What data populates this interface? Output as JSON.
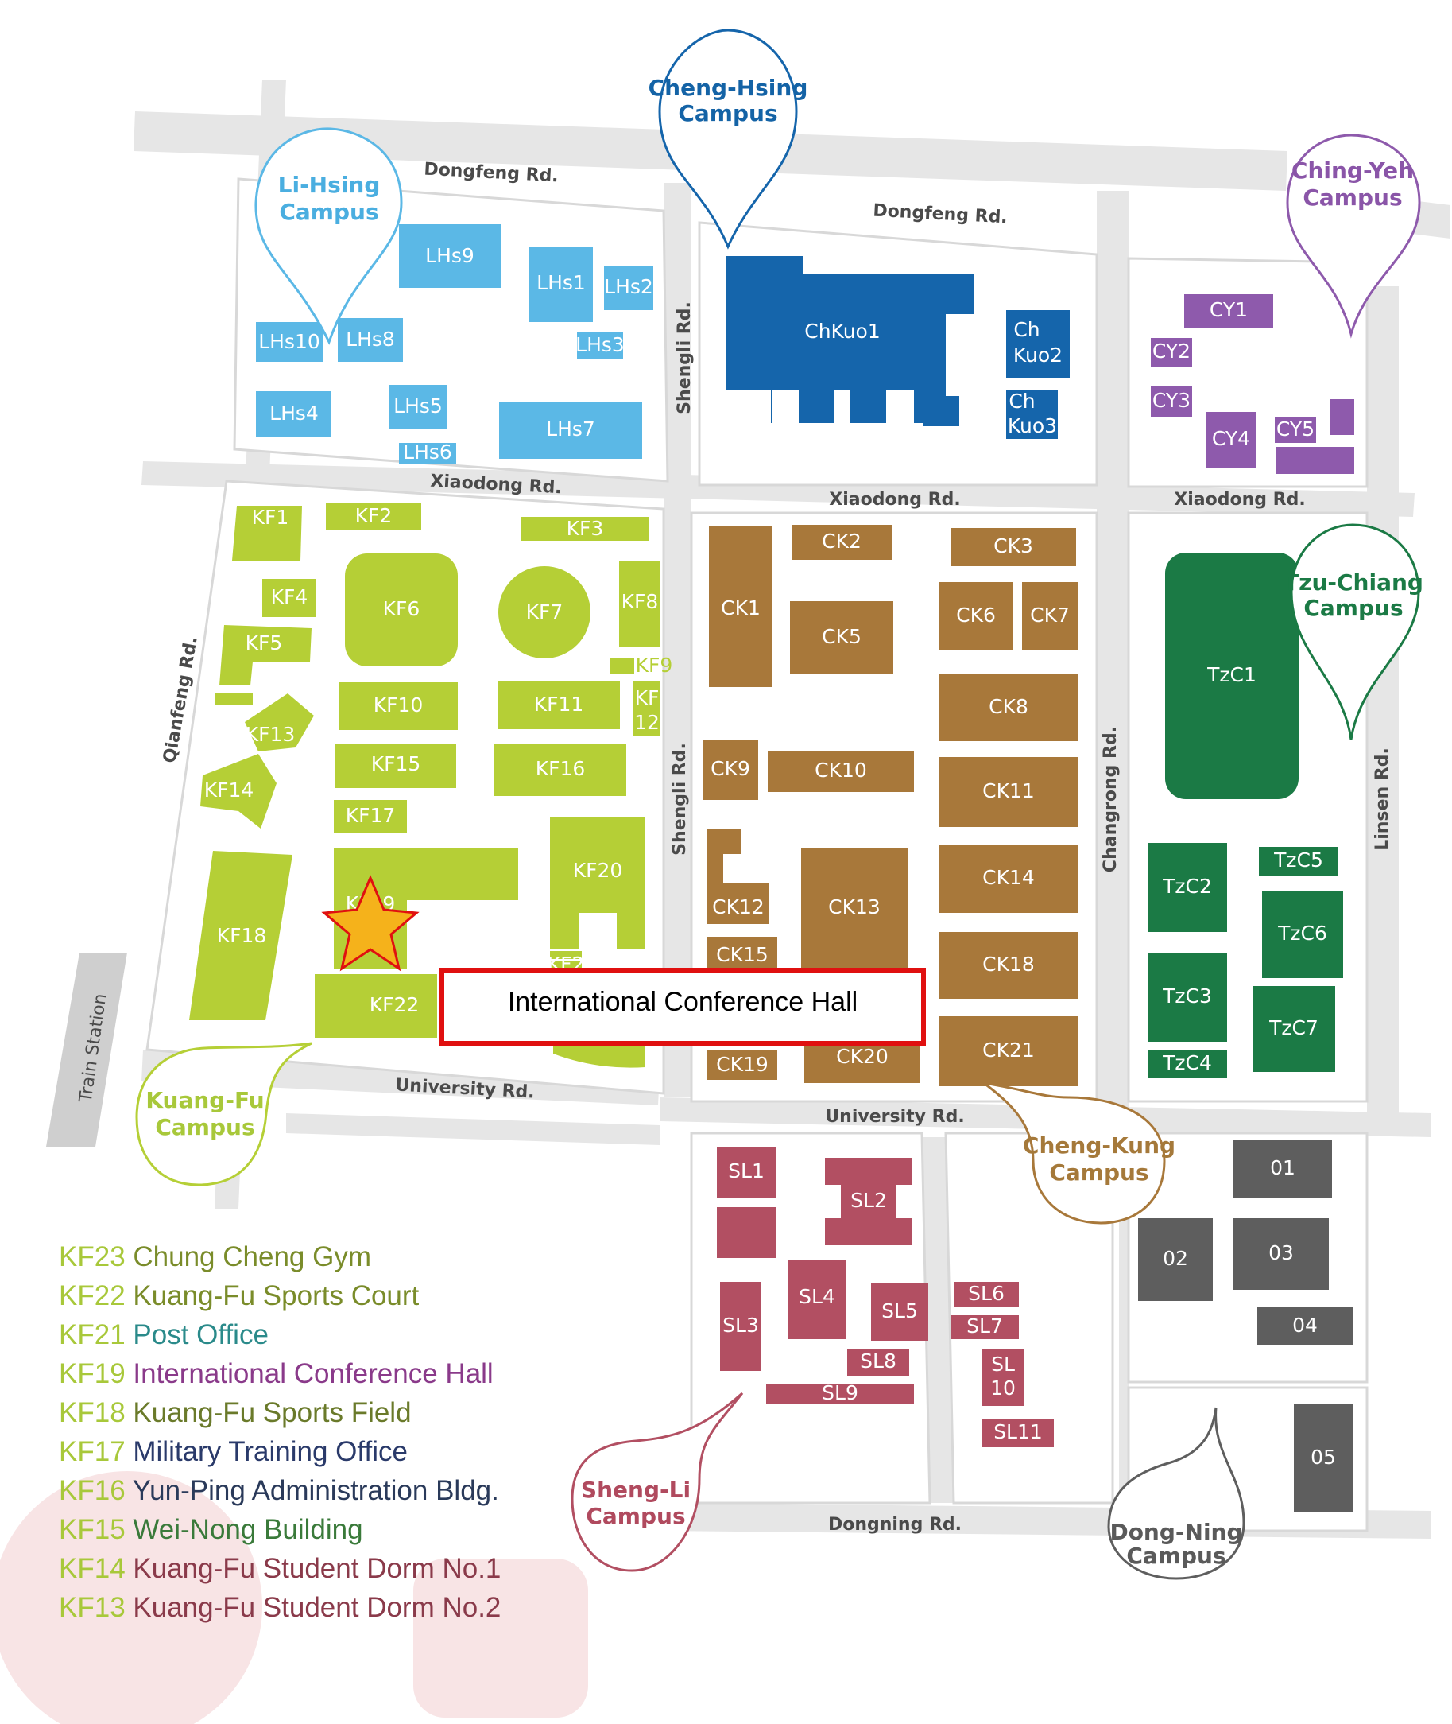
{
  "roads": {
    "dongfeng_w": "Dongfeng Rd.",
    "dongfeng_e": "Dongfeng Rd.",
    "shengli_n": "Shengli Rd.",
    "shengli_s": "Shengli Rd.",
    "xiaodong_w": "Xiaodong Rd.",
    "xiaodong_m": "Xiaodong Rd.",
    "xiaodong_e": "Xiaodong Rd.",
    "qianfeng": "Qianfeng Rd.",
    "changrong": "Changrong Rd.",
    "linsen": "Linsen Rd.",
    "university_w": "University  Rd.",
    "university_e": "University  Rd.",
    "dongning": "Dongning Rd.",
    "train_station": "Train Station"
  },
  "campuses": {
    "lihsing": {
      "line1": "Li-Hsing",
      "line2": "Campus",
      "color": "#4aaee0"
    },
    "chenghsing": {
      "line1": "Cheng-Hsing",
      "line2": "Campus",
      "color": "#1463a6"
    },
    "chingyeh": {
      "line1": "Ching-Yeh",
      "line2": "Campus",
      "color": "#8a55a8"
    },
    "tzuchiang": {
      "line1": "Tzu-Chiang",
      "line2": "Campus",
      "color": "#1b7a45"
    },
    "kuangfu": {
      "line1": "Kuang-Fu",
      "line2": "Campus",
      "color": "#a8c83a"
    },
    "chengkung": {
      "line1": "Cheng-Kung",
      "line2": "Campus",
      "color": "#a5793a"
    },
    "shengli": {
      "line1": "Sheng-Li",
      "line2": "Campus",
      "color": "#b04a5e"
    },
    "dongning": {
      "line1": "Dong-Ning",
      "line2": "Campus",
      "color": "#5a5a5a"
    }
  },
  "buildings": {
    "LHs9": "LHs9",
    "LHs1": "LHs1",
    "LHs2": "LHs2",
    "LHs3": "LHs3",
    "LHs10": "LHs10",
    "LHs8": "LHs8",
    "LHs4": "LHs4",
    "LHs5": "LHs5",
    "LHs6": "LHs6",
    "LHs7": "LHs7",
    "ChKuo1": "ChKuo1",
    "ChKuo2a": "Ch",
    "ChKuo2b": "Kuo2",
    "ChKuo3a": "Ch",
    "ChKuo3b": "Kuo3",
    "CY1": "CY1",
    "CY2": "CY2",
    "CY3": "CY3",
    "CY4": "CY4",
    "CY5": "CY5",
    "KF1": "KF1",
    "KF2": "KF2",
    "KF3": "KF3",
    "KF4": "KF4",
    "KF5": "KF5",
    "KF6": "KF6",
    "KF7": "KF7",
    "KF8": "KF8",
    "KF9": "KF9",
    "KF10": "KF10",
    "KF11": "KF11",
    "KF12a": "KF",
    "KF12b": "12",
    "KF13": "KF13",
    "KF14": "KF14",
    "KF15": "KF15",
    "KF16": "KF16",
    "KF17": "KF17",
    "KF18": "KF18",
    "KF19": "KF19",
    "KF20": "KF20",
    "KF21": "KF21",
    "KF22": "KF22",
    "CK1": "CK1",
    "CK2": "CK2",
    "CK3": "CK3",
    "CK5": "CK5",
    "CK6": "CK6",
    "CK7": "CK7",
    "CK8": "CK8",
    "CK9": "CK9",
    "CK10": "CK10",
    "CK11": "CK11",
    "CK12": "CK12",
    "CK13": "CK13",
    "CK14": "CK14",
    "CK15": "CK15",
    "CK18": "CK18",
    "CK19": "CK19",
    "CK20": "CK20",
    "CK21": "CK21",
    "TzC1": "TzC1",
    "TzC2": "TzC2",
    "TzC3": "TzC3",
    "TzC4": "TzC4",
    "TzC5": "TzC5",
    "TzC6": "TzC6",
    "TzC7": "TzC7",
    "SL1": "SL1",
    "SL2": "SL2",
    "SL3": "SL3",
    "SL4": "SL4",
    "SL5": "SL5",
    "SL6": "SL6",
    "SL7": "SL7",
    "SL8": "SL8",
    "SL9": "SL9",
    "SL10a": "SL",
    "SL10b": "10",
    "SL11": "SL11",
    "DN01": "01",
    "DN02": "02",
    "DN03": "03",
    "DN04": "04",
    "DN05": "05"
  },
  "callout": {
    "text": "International Conference Hall",
    "border_color": "#e01010"
  },
  "marker": {
    "icon": "star-icon",
    "fill": "#f5b21b",
    "stroke": "#e01010"
  },
  "legend": [
    {
      "code": "KF23",
      "name": "Chung Cheng Gym",
      "color": "#7a8c2a"
    },
    {
      "code": "KF22",
      "name": "Kuang-Fu Sports Court",
      "color": "#7a8c2a"
    },
    {
      "code": "KF21",
      "name": "Post Office",
      "color": "#2a8a8a"
    },
    {
      "code": "KF19",
      "name": "International Conference Hall",
      "color": "#8a3a8a"
    },
    {
      "code": "KF18",
      "name": "Kuang-Fu Sports Field",
      "color": "#6a7a2a"
    },
    {
      "code": "KF17",
      "name": "Military Training Office",
      "color": "#2a3a6a"
    },
    {
      "code": "KF16",
      "name": "Yun-Ping Administration Bldg.",
      "color": "#2a3a5a"
    },
    {
      "code": "KF15",
      "name": "Wei-Nong Building",
      "color": "#3a7a3a"
    },
    {
      "code": "KF14",
      "name": "Kuang-Fu Student Dorm No.1",
      "color": "#8a3a4a"
    },
    {
      "code": "KF13",
      "name": "Kuang-Fu Student Dorm No.2",
      "color": "#8a3a4a"
    }
  ],
  "colors": {
    "lihsing": "#5bb8e6",
    "chenghsing": "#1565ab",
    "chingyeh": "#8e5aac",
    "kuangfu": "#b5cf36",
    "chengkung": "#a8783a",
    "tzuchiang": "#1b7a45",
    "shengli": "#b24f62",
    "dongning": "#5e5e5e",
    "road": "#e4e4e4",
    "block": "#ffffff"
  }
}
